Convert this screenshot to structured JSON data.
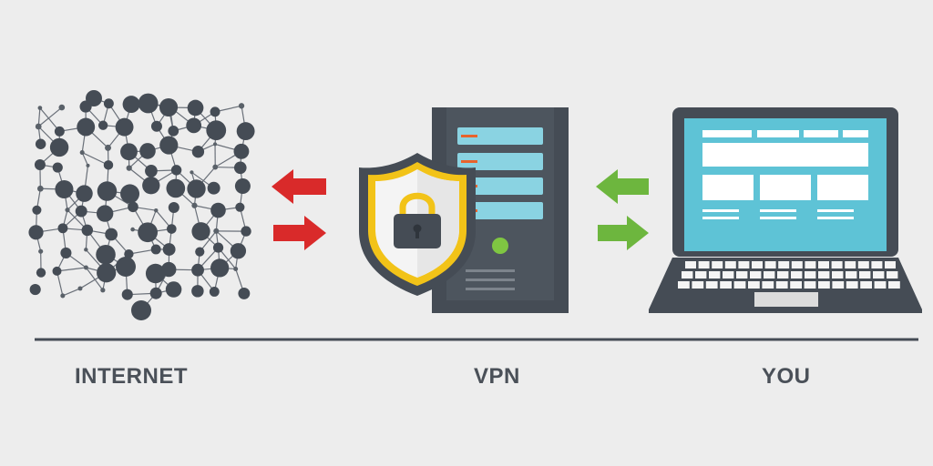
{
  "labels": {
    "internet": "INTERNET",
    "vpn": "VPN",
    "you": "YOU"
  },
  "colors": {
    "background": "#ededed",
    "dark": "#454c55",
    "screen": "#5ec3d6",
    "arrow_red": "#d92a2a",
    "arrow_green": "#6db63e",
    "shield_border": "#f2c318",
    "shield_fill": "#f4f4f4",
    "server_light": "#8ad3e2",
    "led": "#7fc642",
    "tick_orange": "#e8632c"
  },
  "icons": {
    "internet": "network-mesh-icon",
    "vpn": "shield-padlock-server-icon",
    "you": "laptop-icon"
  }
}
